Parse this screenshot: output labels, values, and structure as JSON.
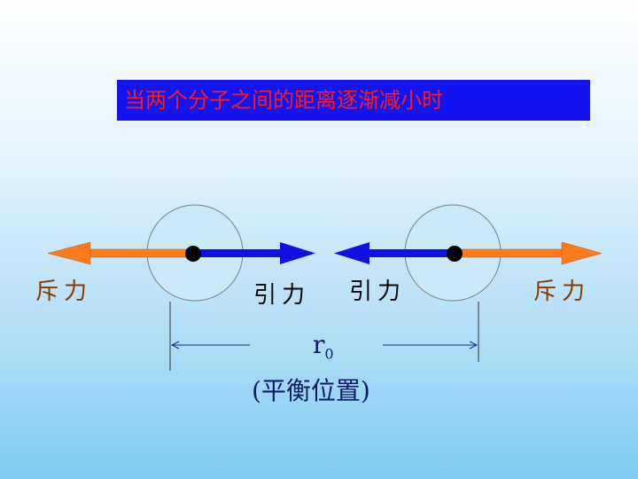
{
  "title": "当两个分子之间的距离逐渐减小时",
  "labels": {
    "left_repulsion": "斥力",
    "left_attraction": "引力",
    "right_attraction": "引力",
    "right_repulsion": "斥力"
  },
  "distance": {
    "symbol": "r",
    "subscript": "0",
    "caption": "(平衡位置)"
  },
  "colors": {
    "title_background": "#1414f0",
    "title_text": "#ff1a1a",
    "repulsion_arrow": "#ff7a1a",
    "attraction_arrow": "#1010e0",
    "molecule_fill": "#cce9f8",
    "repulsion_label": "#8b3a00"
  }
}
